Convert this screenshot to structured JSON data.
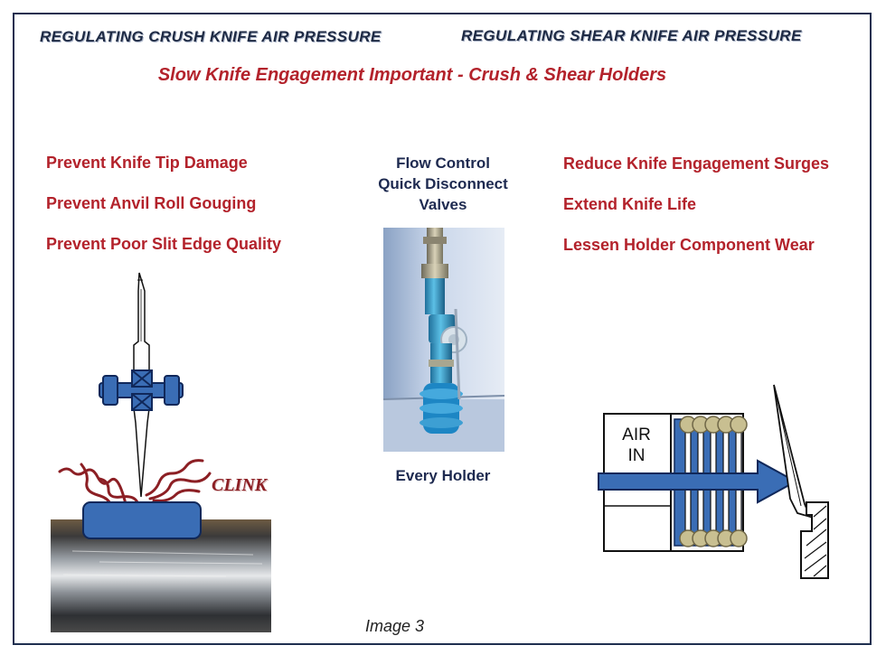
{
  "headers": {
    "left": "REGULATING  CRUSH  KNIFE  AIR  PRESSURE",
    "right": "REGULATING  SHEAR  KNIFE  AIR  PRESSURE"
  },
  "subtitle": "Slow  Knife Engagement Important  -  Crush & Shear Holders",
  "left_benefits": [
    "Prevent  Knife  Tip   Damage",
    "Prevent  Anvil  Roll  Gouging",
    "Prevent  Poor  Slit  Edge  Quality"
  ],
  "right_benefits": [
    "Reduce Knife  Engagement  Surges",
    "Extend  Knife  Life",
    "Lessen  Holder  Component Wear"
  ],
  "center": {
    "title_lines": [
      "Flow Control",
      "Quick Disconnect",
      "Valves"
    ],
    "caption": "Every Holder"
  },
  "crush_diagram": {
    "impact_label": "CLINK"
  },
  "shear_diagram": {
    "air_label_lines": [
      "AIR",
      "IN"
    ]
  },
  "image_caption": "Image 3",
  "colors": {
    "accent_red": "#b3222b",
    "navy": "#1e2a50",
    "blue": "#3a6db5",
    "frame": "#1f2f4f"
  }
}
